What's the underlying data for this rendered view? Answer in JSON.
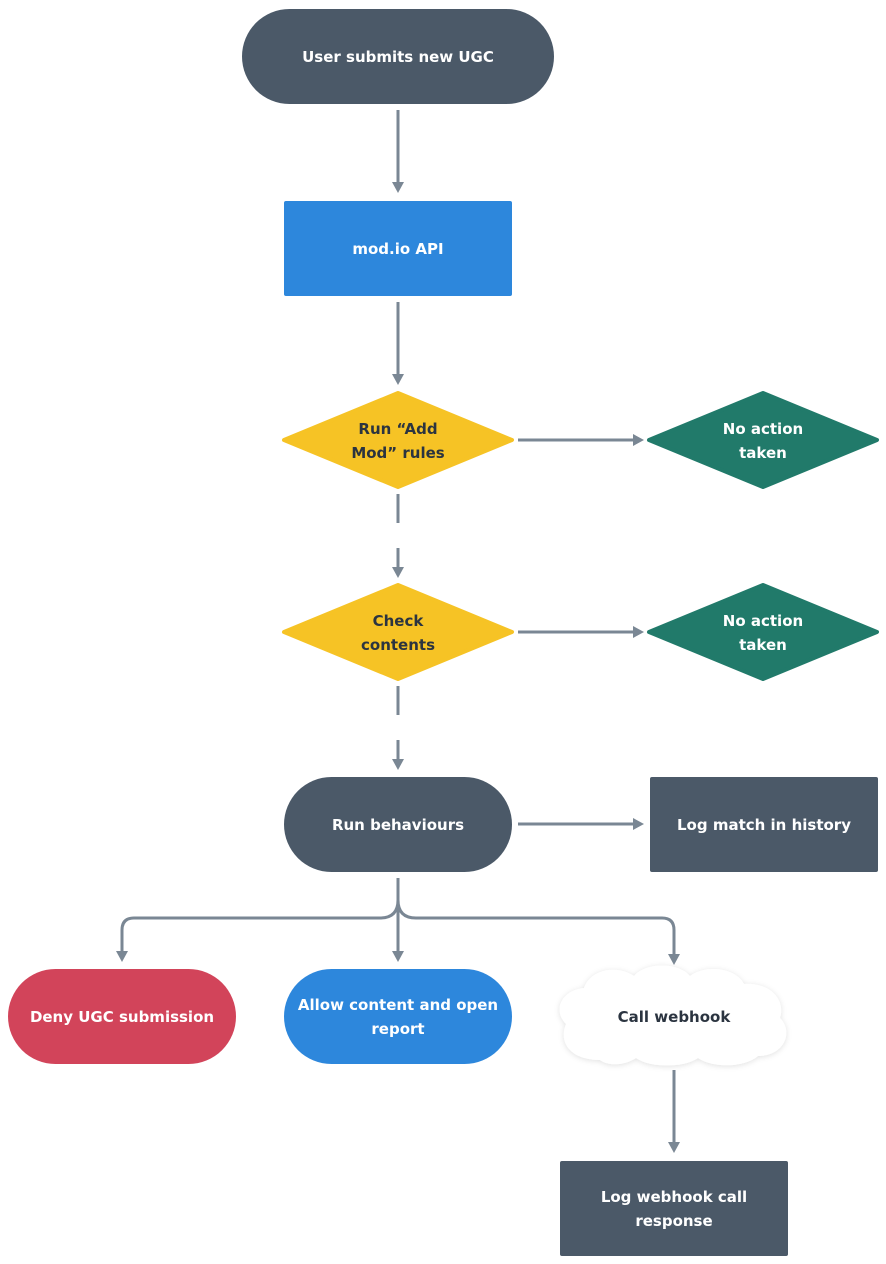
{
  "colors": {
    "dark": "#4b5968",
    "blue": "#2d87dc",
    "yellow": "#f6c325",
    "green": "#217a6a",
    "red": "#d2445a",
    "cloud": "#ffffff",
    "connector": "#7a8794",
    "text_light": "#ffffff",
    "text_dark": "#2b3440"
  },
  "nodes": {
    "start": {
      "lines": [
        "User submits new UGC"
      ]
    },
    "api": {
      "lines": [
        "mod.io API"
      ]
    },
    "add_mod_rules": {
      "lines": [
        "Run “Add",
        "Mod” rules"
      ]
    },
    "no_action_1": {
      "lines": [
        "No action",
        "taken"
      ]
    },
    "check_contents": {
      "lines": [
        "Check",
        "contents"
      ]
    },
    "no_action_2": {
      "lines": [
        "No action",
        "taken"
      ]
    },
    "run_behaviours": {
      "lines": [
        "Run behaviours"
      ]
    },
    "log_match": {
      "lines": [
        "Log match in history"
      ]
    },
    "deny": {
      "lines": [
        "Deny UGC submission"
      ]
    },
    "allow_report": {
      "lines": [
        "Allow content and open",
        "report"
      ]
    },
    "call_webhook": {
      "lines": [
        "Call webhook"
      ]
    },
    "log_webhook": {
      "lines": [
        "Log webhook call",
        "response"
      ]
    }
  }
}
